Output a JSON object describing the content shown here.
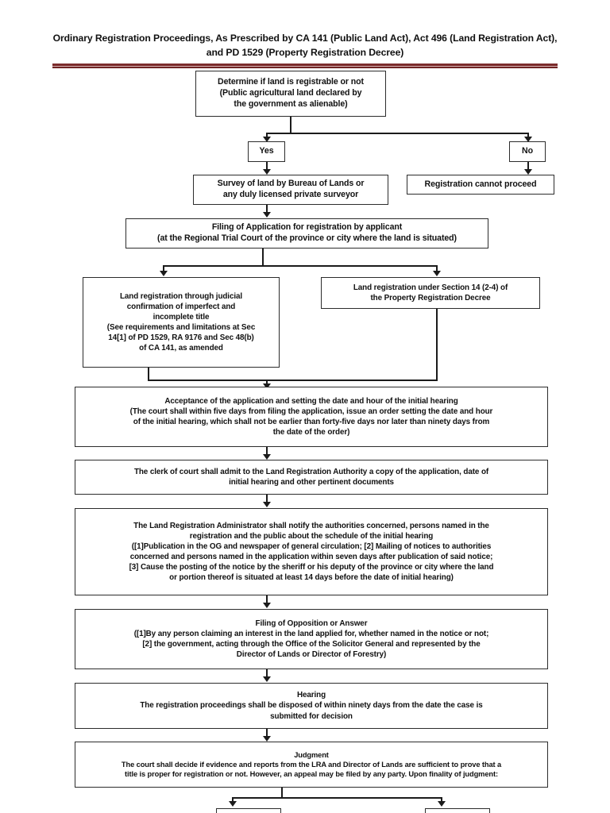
{
  "document": {
    "title_line_1": "Ordinary Registration Proceedings, As Prescribed by CA 141 (Public Land Act), Act 496 (Land Registration",
    "title_line_2": "Act), and PD 1529 (Property Registration Decree)",
    "accent_color": "#7b2b2b",
    "box_border_color": "#2c2c2c",
    "connector_color": "#1b1b1b"
  },
  "chart_data": {
    "type": "diagram",
    "title": "Ordinary Registration Proceedings, As Prescribed by CA 141 (Public Land Act), Act 496 (Land Registration Act), and PD 1529 (Property Registration Decree)",
    "orientation": "top-to-bottom",
    "nodes": [
      {
        "id": "determine",
        "label": "Determine if land is registrable or not (Public agricultural land declared by the government as alienable)"
      },
      {
        "id": "yes",
        "label": "Yes"
      },
      {
        "id": "no",
        "label": "No"
      },
      {
        "id": "survey",
        "label": "Survey of land by Bureau of Lands or any duly licensed private surveyor"
      },
      {
        "id": "cannot",
        "label": "Registration cannot proceed"
      },
      {
        "id": "filing",
        "label": "Filing of Application for registration by applicant (at the Regional Trial Court of the province or city where the land is situated)"
      },
      {
        "id": "judicial",
        "label": "Land registration through  judicial confirmation of imperfect and incomplete title (See requirements and limitations at Sec 14[1] of PD 1529, RA 9176 and Sec 48(b) of CA 141, as amended"
      },
      {
        "id": "section14",
        "label": "Land registration under Section 14 (2-4) of the Property Registration Decree"
      },
      {
        "id": "acceptance",
        "label": "Acceptance of the application and setting the date and hour of the initial hearing (The court shall within five days from filing the application, issue an order setting the date and hour of the initial hearing, which shall not be earlier than forty-five days nor later than ninety days from the date of the order)"
      },
      {
        "id": "clerk",
        "label": "The clerk of court shall admit to the Land Registration Authority a copy of the application, date of initial hearing and other pertinent documents"
      },
      {
        "id": "administrator",
        "label": "The Land Registration Administrator shall notify the authorities concerned, persons named in the registration and the public about the schedule of the initial hearing ([1]Publication in the OG and newspaper of general circulation; [2] Mailing of notices to authorities concerned and persons named in the application within seven days after publication of said notice; [3] Cause the posting of the notice by the sheriff or his deputy of the province or city where the land or portion thereof is situated at least 14 days before the date of initial hearing)"
      },
      {
        "id": "opposition",
        "label": "Filing of Opposition or Answer ([1]By any person claiming an interest in the land applied for, whether named in the notice or not; [2] the government, acting through the Office of the Solicitor General and represented by the Director of Lands or Director of Forestry)"
      },
      {
        "id": "hearing",
        "label": "Hearing The registration proceedings shall be disposed of within ninety days from the date the case is submitted for decision"
      },
      {
        "id": "judgment",
        "label": "Judgment The court shall decide if evidence and reports from the LRA and Director of Lands are sufficient to prove that a title is proper for registration or not.  However, an appeal may be filed by any party. Upon finality of judgment:"
      }
    ],
    "edges": [
      {
        "from": "determine",
        "to": "yes"
      },
      {
        "from": "determine",
        "to": "no"
      },
      {
        "from": "yes",
        "to": "survey"
      },
      {
        "from": "no",
        "to": "cannot"
      },
      {
        "from": "survey",
        "to": "filing"
      },
      {
        "from": "filing",
        "to": "judicial"
      },
      {
        "from": "filing",
        "to": "section14"
      },
      {
        "from": "judicial",
        "to": "acceptance"
      },
      {
        "from": "section14",
        "to": "acceptance"
      },
      {
        "from": "acceptance",
        "to": "clerk"
      },
      {
        "from": "clerk",
        "to": "administrator"
      },
      {
        "from": "administrator",
        "to": "opposition"
      },
      {
        "from": "opposition",
        "to": "hearing"
      },
      {
        "from": "hearing",
        "to": "judgment"
      },
      {
        "from": "judgment",
        "to": "outcome-left"
      },
      {
        "from": "judgment",
        "to": "outcome-right"
      }
    ]
  },
  "nodes": {
    "determine": {
      "line1": "Determine if land is registrable or not",
      "line2": "(Public agricultural land declared by",
      "line3": "the government as alienable)"
    },
    "yes": {
      "label": "Yes"
    },
    "no": {
      "label": "No"
    },
    "survey": {
      "line1": "Survey of land by Bureau of Lands or",
      "line2": "any duly licensed private surveyor"
    },
    "cannot": {
      "line1": "Registration cannot proceed"
    },
    "filing": {
      "line1": "Filing of Application for registration by applicant",
      "line2": "(at the Regional Trial Court of the province or city where the land is situated)"
    },
    "judicial": {
      "line1": "Land registration through  judicial",
      "line2": "confirmation of imperfect and",
      "line3": "incomplete title",
      "line4": "(See requirements and limitations at Sec",
      "line5": "14[1] of PD 1529, RA 9176 and Sec 48(b)",
      "line6": "of CA 141, as amended"
    },
    "section14": {
      "line1": "Land registration under Section 14 (2-4) of",
      "line2": "the Property Registration Decree"
    },
    "acceptance": {
      "line1": "Acceptance of the application and setting the date and hour of the initial hearing",
      "line2": "(The court shall within five days from filing the application, issue an order setting the date and hour",
      "line3": "of the initial hearing, which shall not be earlier than forty-five days nor later than ninety days from",
      "line4": "the date of the order)"
    },
    "clerk": {
      "line1": "The clerk of court shall admit to the Land Registration Authority a copy of the application, date of",
      "line2": "initial hearing and other pertinent documents"
    },
    "administrator": {
      "line1": "The Land Registration Administrator shall notify the authorities concerned, persons named in the",
      "line2": "registration and the public about the schedule of the initial hearing",
      "line3": "([1]Publication in the OG and newspaper of general circulation; [2] Mailing of notices to authorities",
      "line4": "concerned and persons named in the application within seven days after publication of said notice;",
      "line5": "[3] Cause the posting of the notice by the sheriff or his deputy of the province or city where the land",
      "line6": "or portion thereof is situated at least 14 days before the date of initial hearing)"
    },
    "opposition": {
      "line1": "Filing of Opposition or Answer",
      "line2": "([1]By any person claiming an interest in the land applied for, whether named in the notice or not;",
      "line3": "[2] the government, acting through the Office of the Solicitor General and represented by the",
      "line4": "Director of Lands or Director of Forestry)"
    },
    "hearing": {
      "line1": "Hearing",
      "line2": "The registration proceedings shall be disposed of within ninety days from the date the case is",
      "line3": "submitted for decision"
    },
    "judgment": {
      "line1": "Judgment",
      "line2": "The court shall decide if evidence and reports from the LRA and Director of Lands are sufficient to prove that a",
      "line3": "title is proper for registration or not.  However, an appeal may be filed by any party. Upon finality of judgment:"
    }
  }
}
